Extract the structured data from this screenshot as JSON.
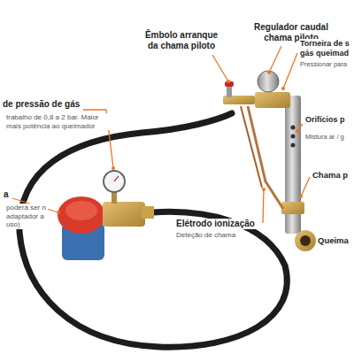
{
  "diagram": {
    "labels": [
      "Êmbolo arranque da chama piloto",
      "Regulador caudal chama piloto",
      "Torneira de s gás queimad",
      "Pressionar para",
      "de pressão de gás",
      "trabalho de 0,8 a 2 bar. Maior mais potência ao queimador",
      "a",
      "poderá ser n adaptador a uso)",
      "Orifícios p",
      "Mistura ar / g",
      "Chama p",
      "Elétrodo ionização",
      "Deteção de chama",
      "Queima"
    ]
  }
}
